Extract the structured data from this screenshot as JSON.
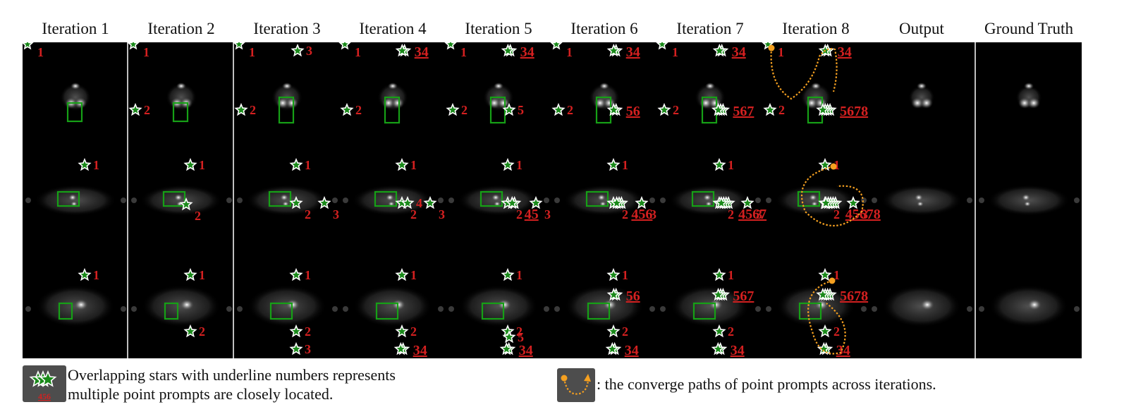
{
  "columns": [
    "Iteration 1",
    "Iteration 2",
    "Iteration 3",
    "Iteration 4",
    "Iteration 5",
    "Iteration 6",
    "Iteration 7",
    "Iteration 8",
    "Output",
    "Ground Truth"
  ],
  "legend": {
    "overlap_line1": "Overlapping stars with underline numbers represents",
    "overlap_line2": "multiple point prompts are closely located.",
    "overlap_icon_label": "456",
    "path_text": ": the converge paths of point prompts across iterations."
  },
  "colors": {
    "star_fill": "#1a8a1a",
    "star_stroke": "#ffffff",
    "label": "#d42020",
    "box": "#16a016",
    "path": "#f5a020"
  },
  "rows": [
    {
      "name": "row-1",
      "prompts": [
        [
          [
            "1",
            false
          ]
        ],
        [
          [
            "1",
            false
          ],
          [
            "2",
            false
          ]
        ],
        [
          [
            "1",
            false
          ],
          [
            "2",
            false
          ],
          [
            "3",
            false
          ]
        ],
        [
          [
            "1",
            false
          ],
          [
            "2",
            false
          ],
          [
            "34",
            true
          ]
        ],
        [
          [
            "1",
            false
          ],
          [
            "2",
            false
          ],
          [
            "34",
            true
          ],
          [
            "5",
            false
          ]
        ],
        [
          [
            "1",
            false
          ],
          [
            "2",
            false
          ],
          [
            "34",
            true
          ],
          [
            "56",
            true
          ]
        ],
        [
          [
            "1",
            false
          ],
          [
            "2",
            false
          ],
          [
            "34",
            true
          ],
          [
            "567",
            true
          ]
        ],
        [
          [
            "1",
            false
          ],
          [
            "2",
            false
          ],
          [
            "34",
            true
          ],
          [
            "5678",
            true
          ]
        ]
      ]
    },
    {
      "name": "row-2",
      "prompts": [
        [
          [
            "1",
            false
          ]
        ],
        [
          [
            "1",
            false
          ],
          [
            "2",
            false
          ]
        ],
        [
          [
            "1",
            false
          ],
          [
            "2",
            false
          ],
          [
            "3",
            false
          ]
        ],
        [
          [
            "1",
            false
          ],
          [
            "2",
            false
          ],
          [
            "3",
            false
          ],
          [
            "4",
            false
          ]
        ],
        [
          [
            "1",
            false
          ],
          [
            "2",
            false
          ],
          [
            "3",
            false
          ],
          [
            "45",
            true
          ]
        ],
        [
          [
            "1",
            false
          ],
          [
            "2",
            false
          ],
          [
            "3",
            false
          ],
          [
            "456",
            true
          ]
        ],
        [
          [
            "1",
            false
          ],
          [
            "2",
            false
          ],
          [
            "3",
            false
          ],
          [
            "4567",
            true
          ]
        ],
        [
          [
            "1",
            false
          ],
          [
            "2",
            false
          ],
          [
            "3",
            false
          ],
          [
            "45678",
            true
          ]
        ]
      ]
    },
    {
      "name": "row-3",
      "prompts": [
        [
          [
            "1",
            false
          ]
        ],
        [
          [
            "1",
            false
          ],
          [
            "2",
            false
          ]
        ],
        [
          [
            "1",
            false
          ],
          [
            "2",
            false
          ],
          [
            "3",
            false
          ]
        ],
        [
          [
            "1",
            false
          ],
          [
            "2",
            false
          ],
          [
            "34",
            true
          ]
        ],
        [
          [
            "1",
            false
          ],
          [
            "2",
            false
          ],
          [
            "34",
            true
          ],
          [
            "5",
            false
          ]
        ],
        [
          [
            "1",
            false
          ],
          [
            "2",
            false
          ],
          [
            "34",
            true
          ],
          [
            "56",
            true
          ]
        ],
        [
          [
            "1",
            false
          ],
          [
            "2",
            false
          ],
          [
            "34",
            true
          ],
          [
            "567",
            true
          ]
        ],
        [
          [
            "1",
            false
          ],
          [
            "2",
            false
          ],
          [
            "34",
            true
          ],
          [
            "5678",
            true
          ]
        ]
      ]
    }
  ]
}
